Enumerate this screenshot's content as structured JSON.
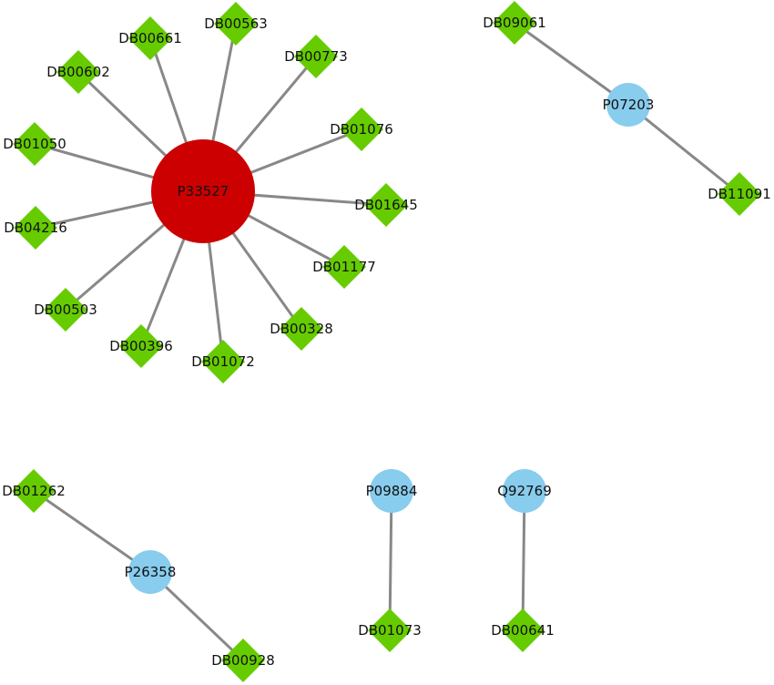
{
  "colors": {
    "drug": "#66cc00",
    "hub_protein": "#cc0000",
    "protein": "#88ccee",
    "edge": "#888888"
  },
  "nodes": [
    {
      "id": "P33527",
      "type": "hub_protein"
    },
    {
      "id": "DB00661",
      "type": "drug"
    },
    {
      "id": "DB00563",
      "type": "drug"
    },
    {
      "id": "DB00773",
      "type": "drug"
    },
    {
      "id": "DB00602",
      "type": "drug"
    },
    {
      "id": "DB01076",
      "type": "drug"
    },
    {
      "id": "DB01050",
      "type": "drug"
    },
    {
      "id": "DB01645",
      "type": "drug"
    },
    {
      "id": "DB04216",
      "type": "drug"
    },
    {
      "id": "DB01177",
      "type": "drug"
    },
    {
      "id": "DB00503",
      "type": "drug"
    },
    {
      "id": "DB00328",
      "type": "drug"
    },
    {
      "id": "DB00396",
      "type": "drug"
    },
    {
      "id": "DB01072",
      "type": "drug"
    },
    {
      "id": "P07203",
      "type": "protein"
    },
    {
      "id": "DB09061",
      "type": "drug"
    },
    {
      "id": "DB11091",
      "type": "drug"
    },
    {
      "id": "P26358",
      "type": "protein"
    },
    {
      "id": "DB01262",
      "type": "drug"
    },
    {
      "id": "DB00928",
      "type": "drug"
    },
    {
      "id": "P09884",
      "type": "protein"
    },
    {
      "id": "DB01073",
      "type": "drug"
    },
    {
      "id": "Q92769",
      "type": "protein"
    },
    {
      "id": "DB00641",
      "type": "drug"
    }
  ],
  "edges": [
    [
      "P33527",
      "DB00661"
    ],
    [
      "P33527",
      "DB00563"
    ],
    [
      "P33527",
      "DB00773"
    ],
    [
      "P33527",
      "DB00602"
    ],
    [
      "P33527",
      "DB01076"
    ],
    [
      "P33527",
      "DB01050"
    ],
    [
      "P33527",
      "DB01645"
    ],
    [
      "P33527",
      "DB04216"
    ],
    [
      "P33527",
      "DB01177"
    ],
    [
      "P33527",
      "DB00503"
    ],
    [
      "P33527",
      "DB00328"
    ],
    [
      "P33527",
      "DB00396"
    ],
    [
      "P33527",
      "DB01072"
    ],
    [
      "P07203",
      "DB09061"
    ],
    [
      "P07203",
      "DB11091"
    ],
    [
      "P26358",
      "DB01262"
    ],
    [
      "P26358",
      "DB00928"
    ],
    [
      "P09884",
      "DB01073"
    ],
    [
      "Q92769",
      "DB00641"
    ]
  ]
}
